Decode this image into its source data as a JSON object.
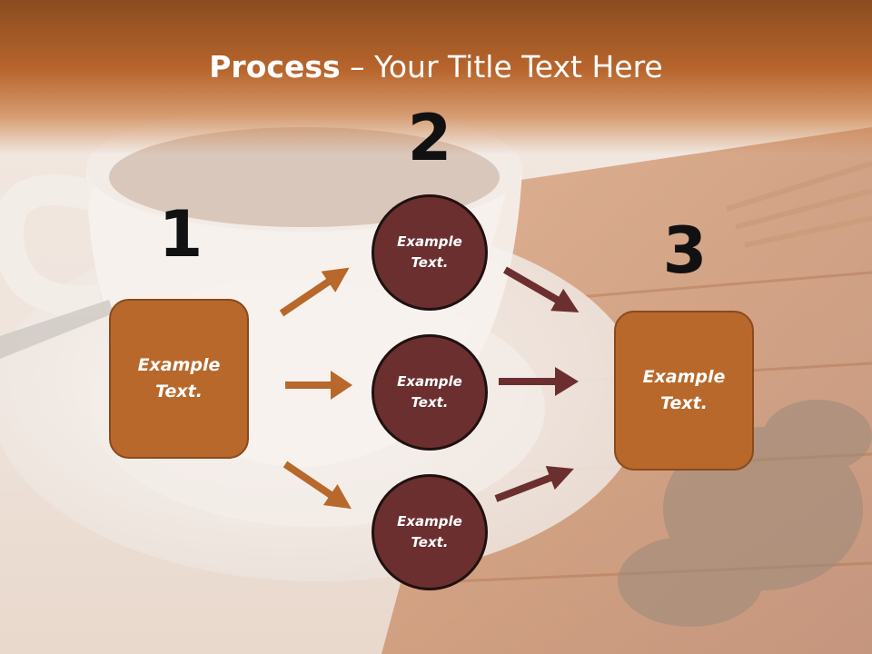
{
  "title": {
    "bold": "Process",
    "rest": " – Your Title Text Here"
  },
  "steps": [
    {
      "number": "1",
      "label": "Example Text."
    },
    {
      "number": "2",
      "label": "Example Text."
    },
    {
      "number": "3",
      "label": "Example Text."
    }
  ],
  "middle_nodes": [
    {
      "label": "Example Text."
    },
    {
      "label": "Example Text."
    },
    {
      "label": "Example Text."
    }
  ],
  "colors": {
    "box_fill": "#b8682b",
    "circle_fill": "#6b2f2f",
    "arrow_left": "#b8682b",
    "arrow_right": "#6b2f2f",
    "title_band": "#a85c28"
  }
}
